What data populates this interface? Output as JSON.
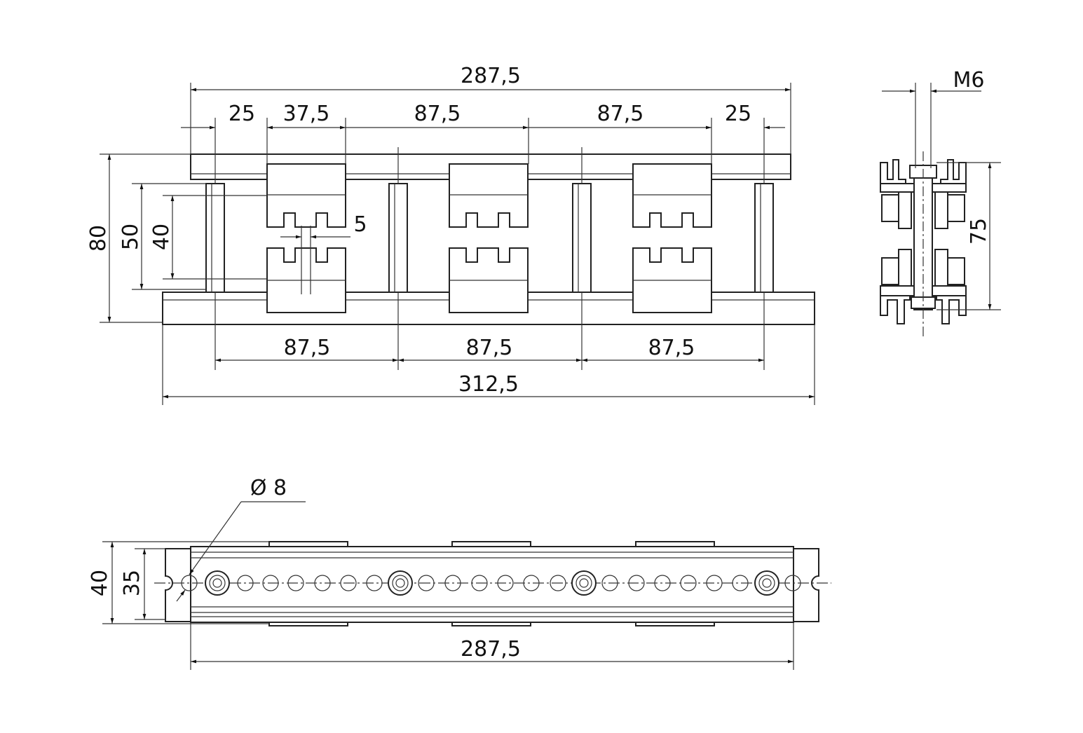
{
  "front_view": {
    "dims_top": {
      "overall": "287,5",
      "end_left": "25",
      "block_width": "37,5",
      "pitch_1": "87,5",
      "pitch_2": "87,5",
      "end_right": "25"
    },
    "dims_left": {
      "height_total": "80",
      "height_between_bars": "50",
      "height_inner": "40"
    },
    "gap": "5",
    "dims_bottom": {
      "pitch_1": "87,5",
      "pitch_2": "87,5",
      "pitch_3": "87,5",
      "overall": "312,5"
    }
  },
  "side_view": {
    "thread": "M6",
    "height": "75"
  },
  "bottom_view": {
    "hole_diameter": "Ø 8",
    "height_outer": "40",
    "height_inner": "35",
    "overall": "287,5"
  }
}
